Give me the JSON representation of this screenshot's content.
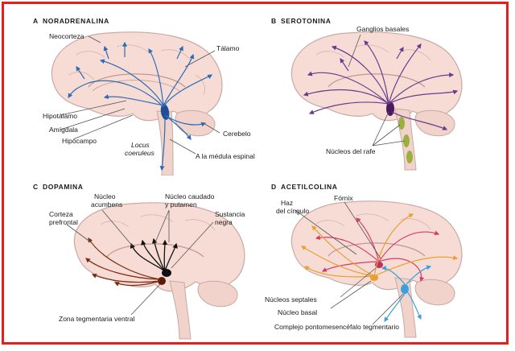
{
  "panels": {
    "a": {
      "letter": "A",
      "title": "NORADRENALINA",
      "labels": {
        "neocorteza": "Neocorteza",
        "talamo": "Tálamo",
        "hipotalamo": "Hipotálamo",
        "amigdala": "Amígdala",
        "hipocampo": "Hipocampo",
        "cerebelo": "Cerebelo",
        "locus1": "Locus",
        "locus2": "coeruleus",
        "medula": "A la médula espinal"
      },
      "pathway_color": "#2b6cb5"
    },
    "b": {
      "letter": "B",
      "title": "SEROTONINA",
      "labels": {
        "ganglios": "Ganglios basales",
        "rafe": "Núcleos del rafe"
      },
      "pathway_color": "#6b3a8c"
    },
    "c": {
      "letter": "C",
      "title": "DOPAMINA",
      "labels": {
        "corteza1": "Corteza",
        "corteza2": "prefrontal",
        "nucleo_acc1": "Núcleo",
        "nucleo_acc2": "acumbens",
        "caudado1": "Núcleo caudado",
        "caudado2": "y putamen",
        "sustancia1": "Sustancia",
        "sustancia2": "negra",
        "zona": "Zona tegmentaria ventral"
      },
      "pathway_color": "#7a2a10"
    },
    "d": {
      "letter": "D",
      "title": "ACETILCOLINA",
      "labels": {
        "haz1": "Haz",
        "haz2": "del cíngulo",
        "fornix": "Fórnix",
        "septales": "Núcleos septales",
        "basal": "Núcleo basal",
        "complejo": "Complejo pontomesencéfalo tegmentario"
      },
      "pathway_colors": [
        "#d63a6a",
        "#e8a030",
        "#3aa0d8"
      ]
    }
  },
  "icons": {
    "arrowhead": "arrowhead-icon"
  }
}
